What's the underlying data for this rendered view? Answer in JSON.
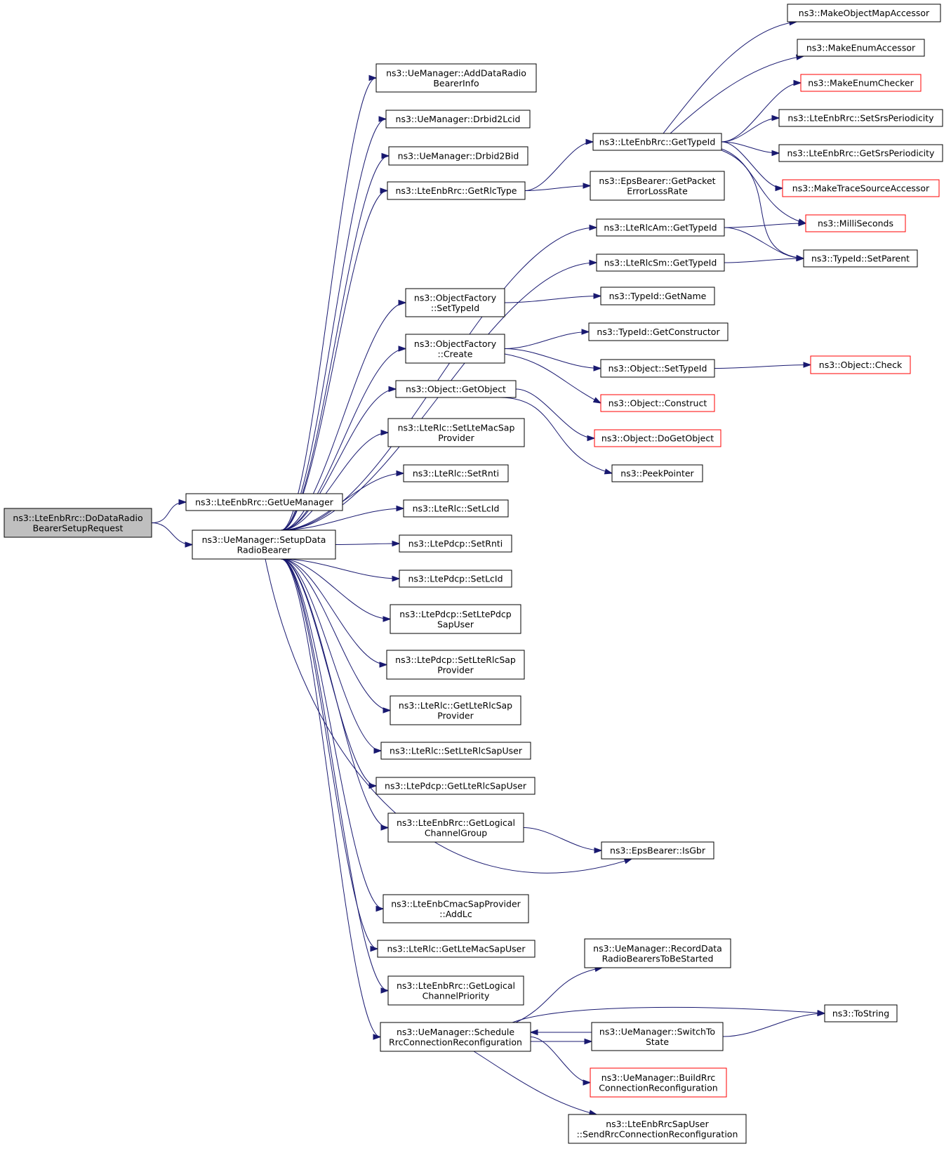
{
  "graph": {
    "type": "call-graph",
    "nodes": [
      {
        "id": "root",
        "lines": [
          "ns3::LteEnbRrc::DoDataRadio",
          "BearerSetupRequest"
        ],
        "root": true
      },
      {
        "id": "getUeManager",
        "lines": [
          "ns3::LteEnbRrc::GetUeManager"
        ]
      },
      {
        "id": "setupDRB",
        "lines": [
          "ns3::UeManager::SetupData",
          "RadioBearer"
        ]
      },
      {
        "id": "addDRBInfo",
        "lines": [
          "ns3::UeManager::AddDataRadio",
          "BearerInfo"
        ]
      },
      {
        "id": "drbid2lcid",
        "lines": [
          "ns3::UeManager::Drbid2Lcid"
        ]
      },
      {
        "id": "drbid2bid",
        "lines": [
          "ns3::UeManager::Drbid2Bid"
        ]
      },
      {
        "id": "getRlcType",
        "lines": [
          "ns3::LteEnbRrc::GetRlcType"
        ]
      },
      {
        "id": "rlcAmTypeId",
        "lines": [
          "ns3::LteRlcAm::GetTypeId"
        ]
      },
      {
        "id": "rlcSmTypeId",
        "lines": [
          "ns3::LteRlcSm::GetTypeId"
        ]
      },
      {
        "id": "ofSetTypeId",
        "lines": [
          "ns3::ObjectFactory",
          "::SetTypeId"
        ]
      },
      {
        "id": "ofCreate",
        "lines": [
          "ns3::ObjectFactory",
          "::Create"
        ]
      },
      {
        "id": "getObject",
        "lines": [
          "ns3::Object::GetObject"
        ]
      },
      {
        "id": "setLteMacSap",
        "lines": [
          "ns3::LteRlc::SetLteMacSap",
          "Provider"
        ]
      },
      {
        "id": "rlcSetRnti",
        "lines": [
          "ns3::LteRlc::SetRnti"
        ]
      },
      {
        "id": "rlcSetLcId",
        "lines": [
          "ns3::LteRlc::SetLcId"
        ]
      },
      {
        "id": "pdcpSetRnti",
        "lines": [
          "ns3::LtePdcp::SetRnti"
        ]
      },
      {
        "id": "pdcpSetLcId",
        "lines": [
          "ns3::LtePdcp::SetLcId"
        ]
      },
      {
        "id": "pdcpSetLtePdcpSapUser",
        "lines": [
          "ns3::LtePdcp::SetLtePdcp",
          "SapUser"
        ]
      },
      {
        "id": "pdcpSetLteRlcSapProvider",
        "lines": [
          "ns3::LtePdcp::SetLteRlcSap",
          "Provider"
        ]
      },
      {
        "id": "rlcGetLteRlcSapProvider",
        "lines": [
          "ns3::LteRlc::GetLteRlcSap",
          "Provider"
        ]
      },
      {
        "id": "rlcSetLteRlcSapUser",
        "lines": [
          "ns3::LteRlc::SetLteRlcSapUser"
        ]
      },
      {
        "id": "pdcpGetLteRlcSapUser",
        "lines": [
          "ns3::LtePdcp::GetLteRlcSapUser"
        ]
      },
      {
        "id": "getLogicalChannelGroup",
        "lines": [
          "ns3::LteEnbRrc::GetLogical",
          "ChannelGroup"
        ]
      },
      {
        "id": "addLc",
        "lines": [
          "ns3::LteEnbCmacSapProvider",
          "::AddLc"
        ]
      },
      {
        "id": "getLteMacSapUser",
        "lines": [
          "ns3::LteRlc::GetLteMacSapUser"
        ]
      },
      {
        "id": "getLogicalChannelPriority",
        "lines": [
          "ns3::LteEnbRrc::GetLogical",
          "ChannelPriority"
        ]
      },
      {
        "id": "scheduleRrc",
        "lines": [
          "ns3::UeManager::Schedule",
          "RrcConnectionReconfiguration"
        ]
      },
      {
        "id": "enbRrcGetTypeId",
        "lines": [
          "ns3::LteEnbRrc::GetTypeId"
        ]
      },
      {
        "id": "getPacketErrorLossRate",
        "lines": [
          "ns3::EpsBearer::GetPacket",
          "ErrorLossRate"
        ]
      },
      {
        "id": "typeIdGetName",
        "lines": [
          "ns3::TypeId::GetName"
        ]
      },
      {
        "id": "typeIdGetConstructor",
        "lines": [
          "ns3::TypeId::GetConstructor"
        ]
      },
      {
        "id": "objectSetTypeId",
        "lines": [
          "ns3::Object::SetTypeId"
        ]
      },
      {
        "id": "objectConstruct",
        "lines": [
          "ns3::Object::Construct"
        ],
        "truncated": true
      },
      {
        "id": "objectDoGetObject",
        "lines": [
          "ns3::Object::DoGetObject"
        ],
        "truncated": true
      },
      {
        "id": "peekPointer",
        "lines": [
          "ns3::PeekPointer"
        ]
      },
      {
        "id": "isGbr",
        "lines": [
          "ns3::EpsBearer::IsGbr"
        ]
      },
      {
        "id": "recordDRB",
        "lines": [
          "ns3::UeManager::RecordData",
          "RadioBearersToBeStarted"
        ]
      },
      {
        "id": "switchToState",
        "lines": [
          "ns3::UeManager::SwitchTo",
          "State"
        ]
      },
      {
        "id": "buildRrc",
        "lines": [
          "ns3::UeManager::BuildRrc",
          "ConnectionReconfiguration"
        ],
        "truncated": true
      },
      {
        "id": "sendRrc",
        "lines": [
          "ns3::LteEnbRrcSapUser",
          "::SendRrcConnectionReconfiguration"
        ]
      },
      {
        "id": "makeObjectMapAccessor",
        "lines": [
          "ns3::MakeObjectMapAccessor"
        ]
      },
      {
        "id": "makeEnumAccessor",
        "lines": [
          "ns3::MakeEnumAccessor"
        ]
      },
      {
        "id": "makeEnumChecker",
        "lines": [
          "ns3::MakeEnumChecker"
        ],
        "truncated": true
      },
      {
        "id": "setSrsPeriodicity",
        "lines": [
          "ns3::LteEnbRrc::SetSrsPeriodicity"
        ]
      },
      {
        "id": "getSrsPeriodicity",
        "lines": [
          "ns3::LteEnbRrc::GetSrsPeriodicity"
        ]
      },
      {
        "id": "makeTraceSourceAccessor",
        "lines": [
          "ns3::MakeTraceSourceAccessor"
        ],
        "truncated": true
      },
      {
        "id": "milliSeconds",
        "lines": [
          "ns3::MilliSeconds"
        ],
        "truncated": true
      },
      {
        "id": "typeIdSetParent",
        "lines": [
          "ns3::TypeId::SetParent"
        ]
      },
      {
        "id": "objectCheck",
        "lines": [
          "ns3::Object::Check"
        ],
        "truncated": true
      },
      {
        "id": "toString",
        "lines": [
          "ns3::ToString"
        ]
      }
    ],
    "edges": [
      [
        "root",
        "getUeManager"
      ],
      [
        "root",
        "setupDRB"
      ],
      [
        "setupDRB",
        "addDRBInfo"
      ],
      [
        "setupDRB",
        "drbid2lcid"
      ],
      [
        "setupDRB",
        "drbid2bid"
      ],
      [
        "setupDRB",
        "getRlcType"
      ],
      [
        "setupDRB",
        "rlcAmTypeId"
      ],
      [
        "setupDRB",
        "rlcSmTypeId"
      ],
      [
        "setupDRB",
        "ofSetTypeId"
      ],
      [
        "setupDRB",
        "ofCreate"
      ],
      [
        "setupDRB",
        "getObject"
      ],
      [
        "setupDRB",
        "setLteMacSap"
      ],
      [
        "setupDRB",
        "rlcSetRnti"
      ],
      [
        "setupDRB",
        "rlcSetLcId"
      ],
      [
        "setupDRB",
        "pdcpSetRnti"
      ],
      [
        "setupDRB",
        "pdcpSetLcId"
      ],
      [
        "setupDRB",
        "pdcpSetLtePdcpSapUser"
      ],
      [
        "setupDRB",
        "pdcpSetLteRlcSapProvider"
      ],
      [
        "setupDRB",
        "rlcGetLteRlcSapProvider"
      ],
      [
        "setupDRB",
        "rlcSetLteRlcSapUser"
      ],
      [
        "setupDRB",
        "pdcpGetLteRlcSapUser"
      ],
      [
        "setupDRB",
        "getLogicalChannelGroup"
      ],
      [
        "setupDRB",
        "isGbr"
      ],
      [
        "setupDRB",
        "addLc"
      ],
      [
        "setupDRB",
        "getLteMacSapUser"
      ],
      [
        "setupDRB",
        "getLogicalChannelPriority"
      ],
      [
        "setupDRB",
        "scheduleRrc"
      ],
      [
        "getRlcType",
        "enbRrcGetTypeId"
      ],
      [
        "getRlcType",
        "getPacketErrorLossRate"
      ],
      [
        "enbRrcGetTypeId",
        "makeObjectMapAccessor"
      ],
      [
        "enbRrcGetTypeId",
        "makeEnumAccessor"
      ],
      [
        "enbRrcGetTypeId",
        "makeEnumChecker"
      ],
      [
        "enbRrcGetTypeId",
        "setSrsPeriodicity"
      ],
      [
        "enbRrcGetTypeId",
        "getSrsPeriodicity"
      ],
      [
        "enbRrcGetTypeId",
        "makeTraceSourceAccessor"
      ],
      [
        "enbRrcGetTypeId",
        "milliSeconds"
      ],
      [
        "enbRrcGetTypeId",
        "typeIdSetParent"
      ],
      [
        "rlcAmTypeId",
        "milliSeconds"
      ],
      [
        "rlcAmTypeId",
        "typeIdSetParent"
      ],
      [
        "rlcSmTypeId",
        "typeIdSetParent"
      ],
      [
        "ofSetTypeId",
        "typeIdGetName"
      ],
      [
        "ofCreate",
        "typeIdGetConstructor"
      ],
      [
        "ofCreate",
        "objectSetTypeId"
      ],
      [
        "ofCreate",
        "objectConstruct"
      ],
      [
        "objectSetTypeId",
        "objectCheck"
      ],
      [
        "getObject",
        "objectDoGetObject"
      ],
      [
        "getObject",
        "peekPointer"
      ],
      [
        "getLogicalChannelGroup",
        "isGbr"
      ],
      [
        "scheduleRrc",
        "recordDRB"
      ],
      [
        "scheduleRrc",
        "toString"
      ],
      [
        "scheduleRrc",
        "switchToState"
      ],
      [
        "scheduleRrc",
        "buildRrc"
      ],
      [
        "scheduleRrc",
        "sendRrc"
      ],
      [
        "switchToState",
        "scheduleRrc"
      ],
      [
        "switchToState",
        "toString"
      ]
    ]
  }
}
